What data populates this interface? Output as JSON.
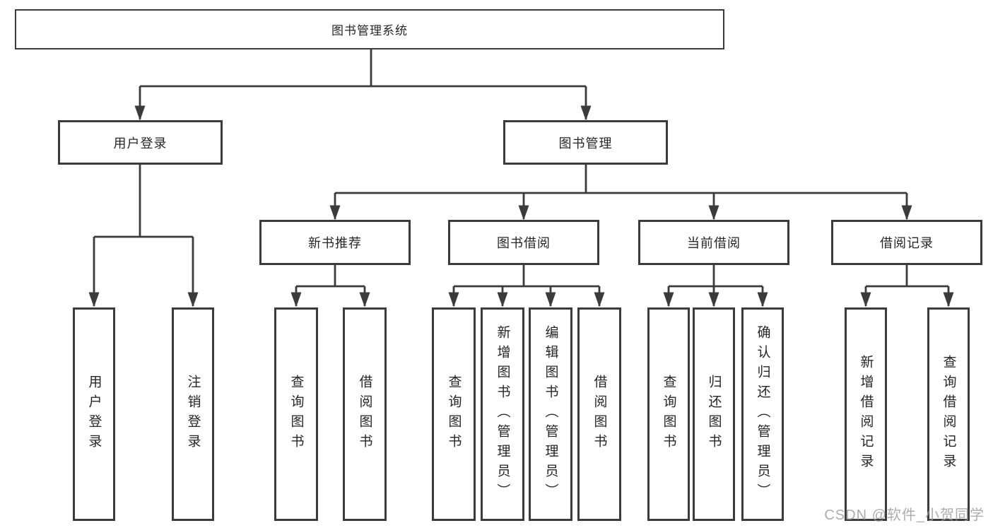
{
  "diagram": {
    "title": "图书管理系统",
    "colors": {
      "line": "#3b3b3b",
      "text": "#262626",
      "background": "#ffffff",
      "watermark": "#9e9e9e"
    },
    "nodes": {
      "root": {
        "label": "图书管理系统"
      },
      "level2": [
        {
          "label": "用户登录",
          "parent": "图书管理系统"
        },
        {
          "label": "图书管理",
          "parent": "图书管理系统"
        }
      ],
      "level3": [
        {
          "label": "新书推荐",
          "parent": "图书管理"
        },
        {
          "label": "图书借阅",
          "parent": "图书管理"
        },
        {
          "label": "当前借阅",
          "parent": "图书管理"
        },
        {
          "label": "借阅记录",
          "parent": "图书管理"
        }
      ],
      "leaves": [
        {
          "label": "用户登录",
          "parent": "用户登录"
        },
        {
          "label": "注销登录",
          "parent": "用户登录"
        },
        {
          "label": "查询图书",
          "parent": "新书推荐"
        },
        {
          "label": "借阅图书",
          "parent": "新书推荐"
        },
        {
          "label": "查询图书",
          "parent": "图书借阅"
        },
        {
          "label": "新增图书（管理员）",
          "parent": "图书借阅"
        },
        {
          "label": "编辑图书（管理员）",
          "parent": "图书借阅"
        },
        {
          "label": "借阅图书",
          "parent": "图书借阅"
        },
        {
          "label": "查询图书",
          "parent": "当前借阅"
        },
        {
          "label": "归还图书",
          "parent": "当前借阅"
        },
        {
          "label": "确认归还（管理员）",
          "parent": "当前借阅"
        },
        {
          "label": "新增借阅记录",
          "parent": "借阅记录"
        },
        {
          "label": "查询借阅记录",
          "parent": "借阅记录"
        }
      ]
    }
  },
  "watermark": {
    "text": "CSDN @软件_小贺同学"
  }
}
